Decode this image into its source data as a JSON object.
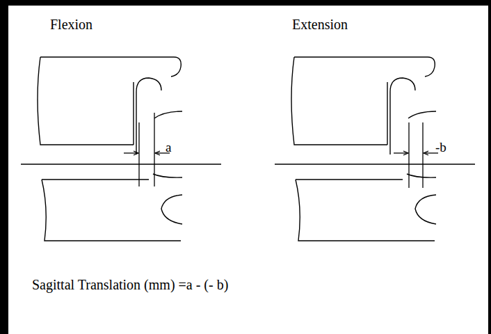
{
  "diagram": {
    "caption": "Sagittal Translation (mm) =a - (- b)",
    "labels": [
      "Flexion",
      "Extension",
      "a",
      "-b"
    ]
  }
}
